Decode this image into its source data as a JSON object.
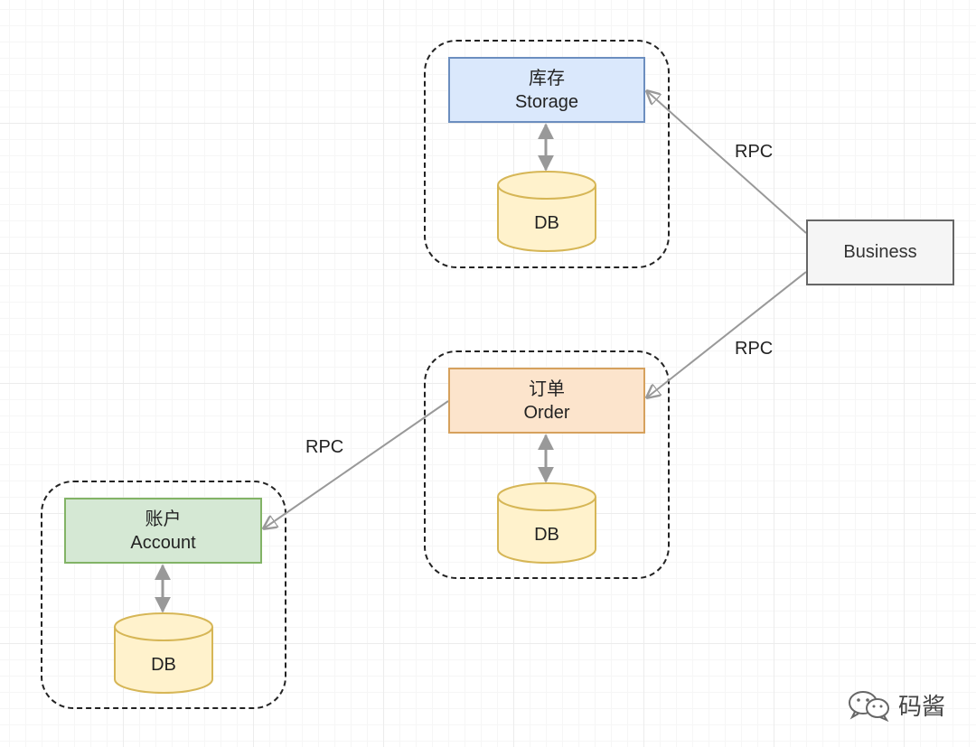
{
  "services": {
    "storage": {
      "name_zh": "库存",
      "name_en": "Storage"
    },
    "order": {
      "name_zh": "订单",
      "name_en": "Order"
    },
    "account": {
      "name_zh": "账户",
      "name_en": "Account"
    }
  },
  "business": {
    "label": "Business"
  },
  "databases": {
    "storage_db": "DB",
    "order_db": "DB",
    "account_db": "DB"
  },
  "edges": {
    "business_to_storage": "RPC",
    "business_to_order": "RPC",
    "order_to_account": "RPC"
  },
  "watermark": {
    "text": "码酱",
    "icon": "wechat-icon"
  },
  "colors": {
    "storage_fill": "#dae8fc",
    "storage_border": "#6c8ebf",
    "order_fill": "#fce4cc",
    "order_border": "#d6a15d",
    "account_fill": "#d5e8d4",
    "account_border": "#82b366",
    "db_fill": "#fff2cc",
    "db_border": "#d6b656",
    "business_fill": "#f5f5f5",
    "business_border": "#666666",
    "arrow": "#999999"
  }
}
